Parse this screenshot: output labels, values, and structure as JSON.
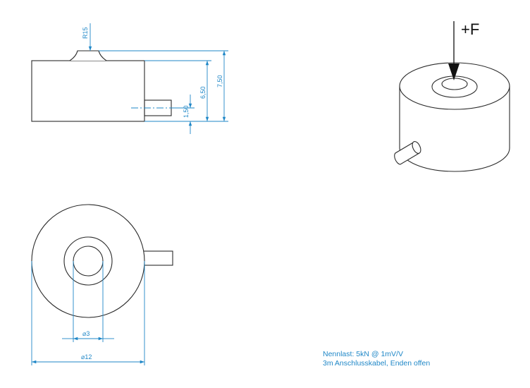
{
  "dimensions": {
    "radius": "R15",
    "height_total": "7,50",
    "height_body": "6,50",
    "height_cable": "1,50",
    "diameter_button": "⌀3",
    "diameter_body": "⌀12"
  },
  "force_label": "+F",
  "notes": [
    "Nennlast: 5kN @ 1mV/V",
    "3m Anschlusskabel, Enden offen"
  ],
  "colors": {
    "dimension": "#1f87c7",
    "outline": "#2a2a2a"
  }
}
